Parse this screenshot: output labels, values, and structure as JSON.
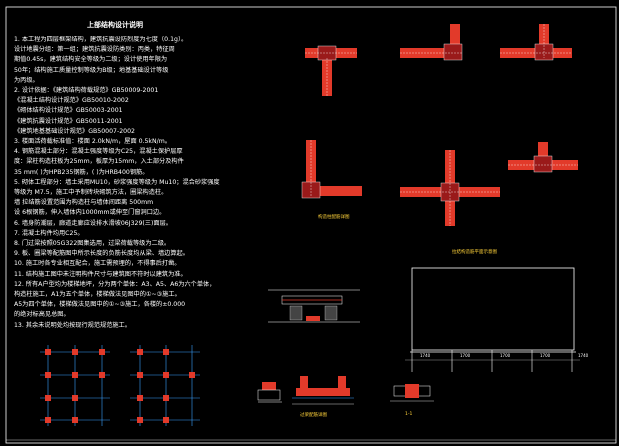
{
  "drawing": {
    "title": "上部结构设计说明",
    "notes": [
      "1. 本工程为四层框架结构，建筑抗震设防烈度为七度（0.1g）。",
      "   设计地震分组：第一组；建筑抗震设防类别：丙类，特征周",
      "   期值0.45s，建筑结构安全等级为二级；设计使用年限为",
      "   50年；结构施工质量控制等级为B级；地基基础设计等级",
      "   为丙级。",
      "2. 设计依据：《建筑结构荷载规范》GB50009-2001",
      "   《混凝土结构设计规范》GB50010-2002",
      "   《砌体结构设计规范》GB50003-2001",
      "   《建筑抗震设计规范》GB50011-2001",
      "   《建筑地基基础设计规范》GB50007-2002",
      "3. 楼面活荷载标准值：楼面 2.0kN/m，屋面 0.5kN/m。",
      "4. 钢筋混凝土部分：混凝土强度等级为C25，混凝土保护层厚",
      "   度：梁柱构造柱板为25mm，板厚为15mm，入土部分及构件",
      "   35    mm(  )为HPB235钢筋，(  )为HRB400钢筋。",
      "5. 砌体工程部分：墙土采用MU10，砂浆强度等级为 Mu10；混合砂浆强度",
      "   等级为 M7.5，施工中予制砖块砌筑方法，圈梁构造柱。",
      "   墙 拉结筋设置范围为构造柱与墙体间距离 500mm",
      "   设 6根钢筋，伸入墙体内1000mm或伸至门窗洞口边。",
      "6. 墙身防潮层，廊道走廊应设排水滑坡06J329(三)面层。",
      "7. 混凝土构件均用C25。",
      "8. 门过梁按照05G322图集选用，过梁荷载等级为二级。",
      "9. 板、圈梁等配筋图中所示长度的负筋长度均从梁、墙边算起。",
      "10. 施工时各专业相互配合，施工需预埋的，不得事后打凿。",
      "11. 结构施工图中未注明构件尺寸与建筑图不符时以建筑为准。",
      "12. 所有A户型均为楼梯地坪，分为两个单体：A3、A5、A6为六个单体，",
      "    构造柱施工，A1为五个单体，楼梯做法见图中的①~③施工。",
      "    A5为四个单体，楼梯做法见图中的①~③施工，各楼的±0.000",
      "    的绝对标高见总图。",
      "13. 其余未说明处均按现行规范规范施工。"
    ],
    "captions": {
      "wall_grid": "构造柱配筋详图",
      "frame_elevation": "拉结构造筋平面示意图",
      "lintel": "过梁配筋详图",
      "section_11": "1-1"
    },
    "dimensions": [
      "1740",
      "1700",
      "1700",
      "1700",
      "1740"
    ]
  }
}
